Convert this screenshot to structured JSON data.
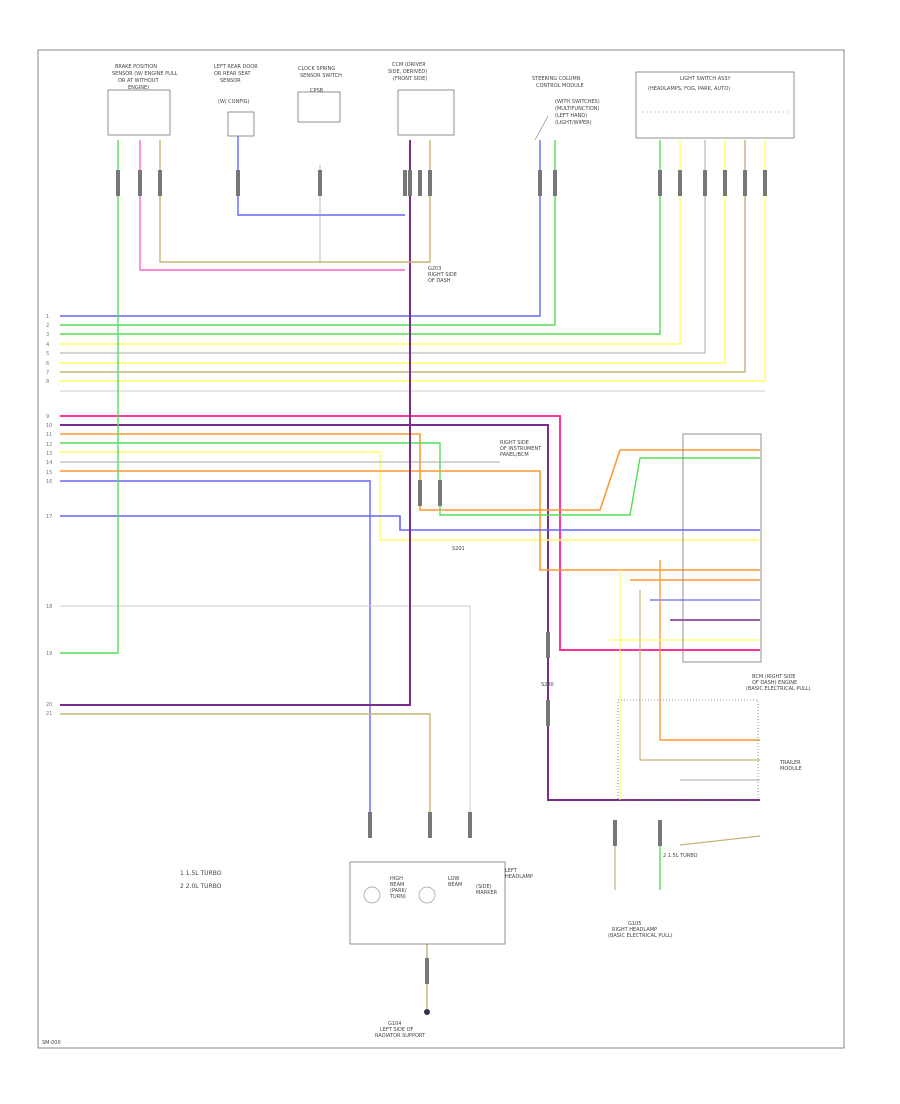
{
  "colors": {
    "violet": "#7b2d8e",
    "blue": "#6666ff",
    "green": "#55dd55",
    "pink": "#ff66cc",
    "tan": "#c8b478",
    "yellow": "#ffff66",
    "orange": "#ff9933",
    "red": "#ff6666",
    "gray": "#aaaaaa",
    "lightgray": "#cccccc",
    "hotpink": "#ff3399"
  },
  "legend": {
    "items": [
      "1  1.5L TURBO",
      "2  2.0L TURBO"
    ]
  },
  "footer": {
    "code": "SM·000"
  }
}
